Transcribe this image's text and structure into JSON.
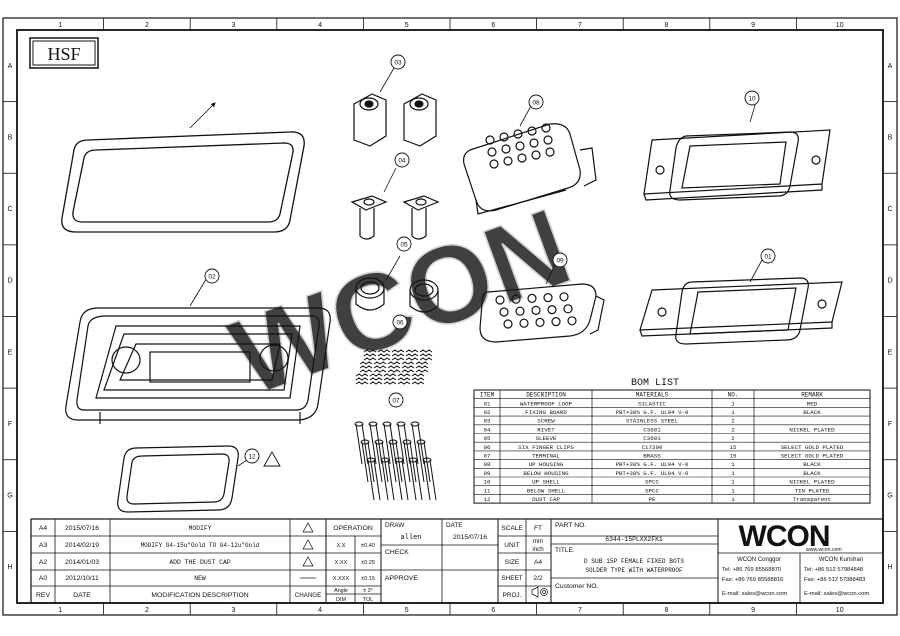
{
  "frame": {
    "columns": [
      "1",
      "2",
      "3",
      "4",
      "5",
      "6",
      "7",
      "8",
      "9",
      "10"
    ],
    "rows": [
      "A",
      "B",
      "C",
      "D",
      "E",
      "F",
      "G",
      "H"
    ]
  },
  "logo_hsf": "HSF",
  "watermark": "WCON",
  "balloons": [
    "01",
    "02",
    "03",
    "04",
    "05",
    "06",
    "07",
    "08",
    "09",
    "10",
    "12"
  ],
  "bom": {
    "title": "BOM LIST",
    "headers": [
      "ITEM",
      "DESCRIPTION",
      "MATERIALS",
      "NO.",
      "REMARK"
    ],
    "rows": [
      [
        "01",
        "WATERPROOF LOOP",
        "SILASTIC",
        "1",
        "RED"
      ],
      [
        "02",
        "FIXING BOARD",
        "PBT+30% G.F. UL94 V-0",
        "1",
        "BLACK"
      ],
      [
        "03",
        "SCREW",
        "STAINLESS STEEL",
        "2",
        ""
      ],
      [
        "04",
        "RIVET",
        "C3601",
        "2",
        "NICKEL PLATED"
      ],
      [
        "05",
        "SLEEVE",
        "C3601",
        "2",
        ""
      ],
      [
        "06",
        "SIX FINGER CLIPS",
        "C17200",
        "15",
        "SELECT GOLD PLATED"
      ],
      [
        "07",
        "TERMINAL",
        "BRASS",
        "15",
        "SELECT GOLD PLATED"
      ],
      [
        "08",
        "UP HOUSING",
        "PBT+30% G.F. UL94 V-0",
        "1",
        "BLACK"
      ],
      [
        "09",
        "BELOW HOUSING",
        "PBT+30% G.F. UL94 V-0",
        "1",
        "BLACK"
      ],
      [
        "10",
        "UP SHELL",
        "SPCC",
        "1",
        "NICKEL PLATED"
      ],
      [
        "11",
        "BELOW SHELL",
        "SPCC",
        "1",
        "TIN PLATED"
      ],
      [
        "12",
        "DUST CAP",
        "PE",
        "1",
        "Transparent"
      ]
    ]
  },
  "revisions": {
    "headers": [
      "REV",
      "DATE",
      "MODIFICATION DESCRIPTION",
      "CHANGE"
    ],
    "rows": [
      [
        "A4",
        "2015/07/16",
        "MODIFY"
      ],
      [
        "A3",
        "2014/02/19",
        "MODIFY G4-15u\"Gold TO G4-12u\"Gold"
      ],
      [
        "A2",
        "2014/01/03",
        "ADD THE DUST CAP"
      ],
      [
        "A0",
        "2012/10/11",
        "NEW"
      ]
    ]
  },
  "tolerance": {
    "header": "OPERATION",
    "rows": [
      [
        "X.X",
        "±0.40"
      ],
      [
        "X.XX",
        "±0.25"
      ],
      [
        "X.XXX",
        "±0.15"
      ],
      [
        "Angle",
        "± 3°"
      ]
    ],
    "footer": [
      "DIM",
      "TOL"
    ]
  },
  "approval": {
    "draw_label": "DRAW",
    "draw_name": "allen",
    "check_label": "CHECK",
    "approve_label": "APPROVE",
    "date_label": "DATE",
    "draw_date": "2015/07/16"
  },
  "scale": {
    "scale_label": "SCALE",
    "scale_value": "FT",
    "unit_label": "UNIT",
    "unit_value1": "mm",
    "unit_value2": "inch",
    "size_label": "SIZE",
    "size_value": "A4",
    "sheet_label": "SHEET",
    "sheet_value": "2/2",
    "proj_label": "PROJ."
  },
  "part": {
    "part_no_label": "PART NO.",
    "part_no": "6344-15PLXX2FK1",
    "title_label": "TITLE:",
    "title_line1": "D SUB 15P FEMALE FIXED BOTS",
    "title_line2": "SOLDER TYPE WITH WATERPROOF",
    "customer_label": "Customer NO."
  },
  "company": {
    "logo": "WCON",
    "website": "www.wcon.com",
    "left": [
      "WCON Conggor",
      "Tel: +86 769 85568870",
      "Fax: +86 769 85588816",
      "E-mail: sales@wcon.com"
    ],
    "right": [
      "WCON Kunshan",
      "Tel: +86 512 57984848",
      "Fax: +86 512 57988483",
      "E-mail: sales@wcon.com"
    ]
  }
}
